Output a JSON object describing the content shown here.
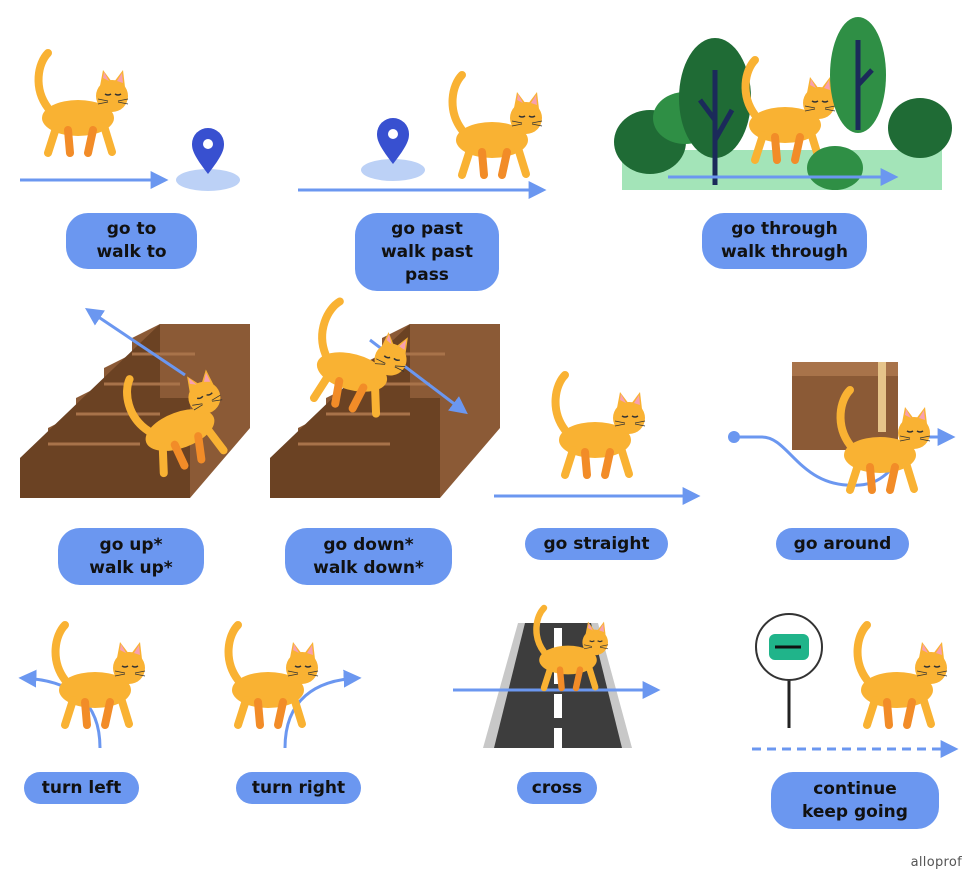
{
  "brand": "alloprof",
  "colors": {
    "cat": "#f9b233",
    "arrow": "#6b97f0",
    "pill": "#6b97f0",
    "stairs": "#8b5a36",
    "pin": "#3850d0"
  },
  "labels": {
    "go_to": [
      "go to",
      "walk to"
    ],
    "go_past": [
      "go past",
      "walk past",
      "pass"
    ],
    "go_through": [
      "go through",
      "walk through"
    ],
    "go_up": [
      "go up*",
      "walk up*"
    ],
    "go_down": [
      "go down*",
      "walk down*"
    ],
    "go_straight": [
      "go straight"
    ],
    "go_around": [
      "go around"
    ],
    "turn_left": [
      "turn left"
    ],
    "turn_right": [
      "turn right"
    ],
    "cross": [
      "cross"
    ],
    "continue": [
      "continue",
      "keep going"
    ]
  }
}
